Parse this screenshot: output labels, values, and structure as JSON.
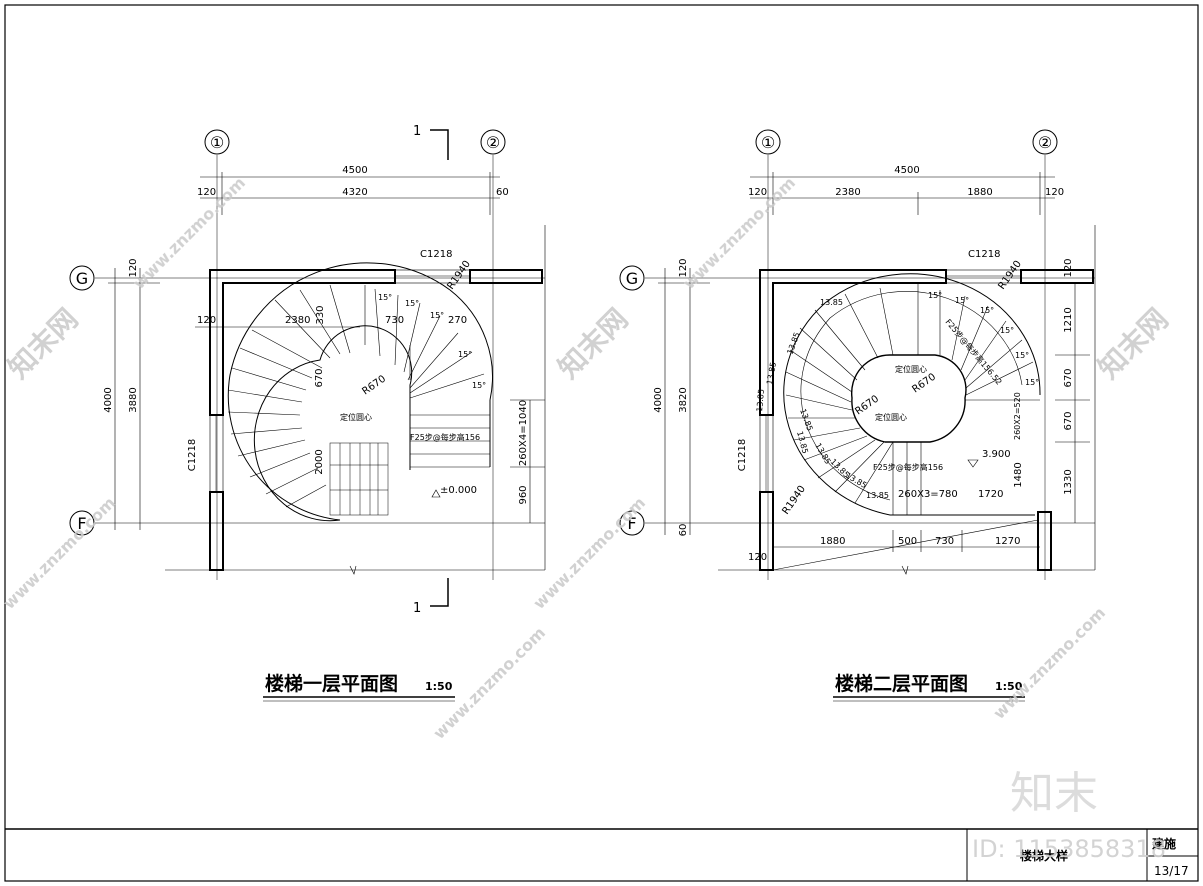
{
  "sheet": {
    "title_block_label": "楼梯大样",
    "sheet_code": "建施",
    "sheet_number": "13/17"
  },
  "watermark": {
    "site": "www.znzmo.com",
    "brand": "知末网",
    "logo": "知末",
    "id_text": "ID: 1153858318"
  },
  "plan1": {
    "title": "楼梯一层平面图",
    "scale": "1:50",
    "axis_left": "①",
    "axis_right": "②",
    "axis_top": "G",
    "axis_bottom": "F",
    "section_mark": "1",
    "window_top": "C1218",
    "window_left": "C1218",
    "dims": {
      "total_width": "4500",
      "inner_width": "4320",
      "left_wall": "120",
      "right_wall": "60",
      "total_height": "4000",
      "inner_height": "3880",
      "top_wall": "120",
      "inner_left": "120",
      "run_width": "2380",
      "gap": "330",
      "radius_outer": "R1940",
      "arc_730": "730",
      "arc_270": "270",
      "deg_a": "15°",
      "deg_b": "15°",
      "deg_c": "15°",
      "deg_d": "15°",
      "deg_e": "15°",
      "r670_offset": "670",
      "radius_inner": "R670",
      "center_label": "定位圆心",
      "steps_note": "F25步@每步高156",
      "treads": "260X4=1040",
      "landing_lower": "960",
      "run_2000": "2000",
      "level": "±0.000"
    }
  },
  "plan2": {
    "title": "楼梯二层平面图",
    "scale": "1:50",
    "axis_left": "①",
    "axis_right": "②",
    "axis_top": "G",
    "axis_bottom": "F",
    "window_top": "C1218",
    "window_left": "C1218",
    "dims": {
      "total_width": "4500",
      "left_seg": "2380",
      "right_seg": "1880",
      "left_wall": "120",
      "right_wall": "120",
      "top_wall": "120",
      "total_height": "4000",
      "inner_height": "3820",
      "bottom_60": "60",
      "bottom_120": "120",
      "r_1210": "1210",
      "r_670a": "670",
      "r_670b": "670",
      "r_1330": "1330",
      "radius_outer": "R1940",
      "radius_outer_b": "R1940",
      "radius_inner_a": "R670",
      "radius_inner_b": "R670",
      "center_a": "定位圆心",
      "center_b": "定位圆心",
      "steps_up": "F25步@每步高156.52",
      "steps_down": "F25步@每步高156",
      "treads_2": "260X2=520",
      "treads_3": "260X3=780",
      "seg_1720": "1720",
      "seg_1480": "1480",
      "b_1880": "1880",
      "b_500": "500",
      "b_730": "730",
      "b_1270": "1270",
      "level": "3.900",
      "c1385": "13.85",
      "c1385b": "13.85",
      "c1385c": "13.85",
      "c1385d": "13.85",
      "c1385e": "13.85",
      "c1385f": "13.85",
      "c1385g": "13.85",
      "c1385h": "13.85",
      "c1385i": "13.85",
      "c1385j": "13.85",
      "deg_a": "15°",
      "deg_b": "15°",
      "deg_c": "15°",
      "deg_d": "15°",
      "deg_e": "15°",
      "deg_f": "15°"
    }
  }
}
